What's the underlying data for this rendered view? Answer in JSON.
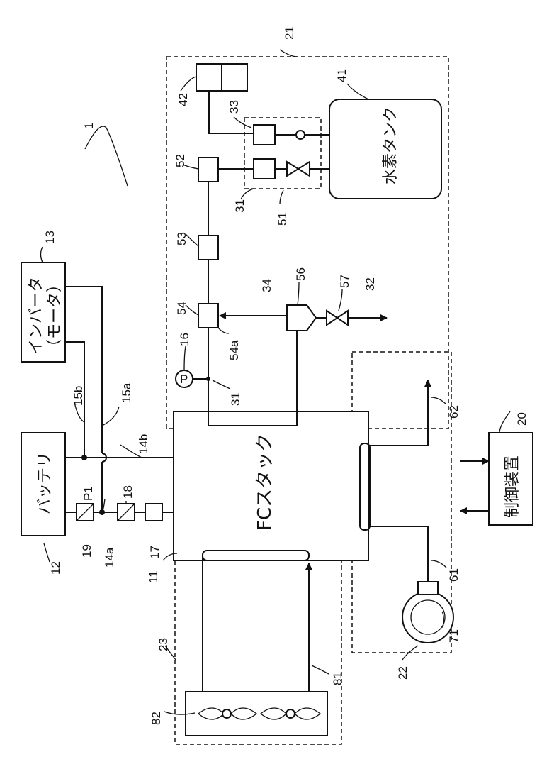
{
  "labels": {
    "hydrogen_tank": "水素タンク",
    "fc_stack": "FCスタック",
    "battery": "バッテリ",
    "inverter": "インバータ",
    "motor": "（モータ）",
    "controller": "制御装置",
    "pressure_sensor": "P",
    "sensor_p1": "P1"
  },
  "refs": {
    "r1": "1",
    "r11": "11",
    "r12": "12",
    "r13": "13",
    "r14a": "14a",
    "r14b": "14b",
    "r15a": "15a",
    "r15b": "15b",
    "r16": "16",
    "r17": "17",
    "r18": "18",
    "r19": "19",
    "r20": "20",
    "r21": "21",
    "r22": "22",
    "r23": "23",
    "r31a": "31",
    "r31b": "31",
    "r32": "32",
    "r33": "33",
    "r34": "34",
    "r41": "41",
    "r42": "42",
    "r51": "51",
    "r52": "52",
    "r53": "53",
    "r54": "54",
    "r54a": "54a",
    "r56": "56",
    "r57": "57",
    "r61": "61",
    "r62": "62",
    "r71": "71",
    "r81": "81",
    "r82": "82"
  }
}
